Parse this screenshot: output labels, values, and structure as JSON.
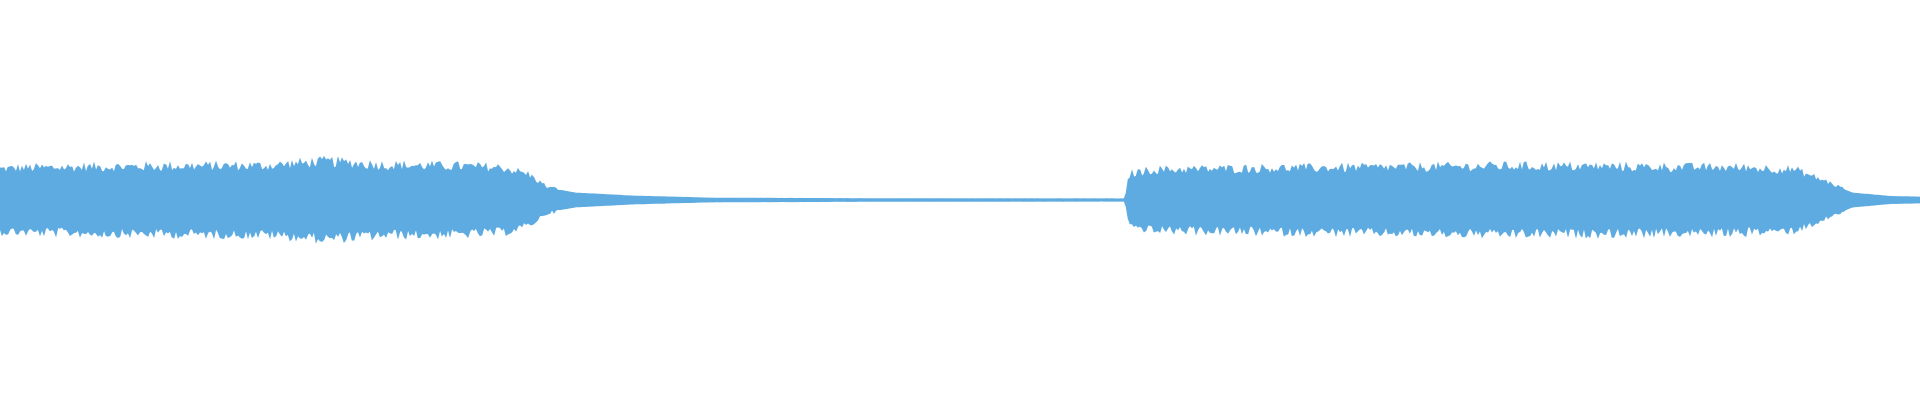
{
  "waveform": {
    "color": "#5dabe1",
    "background": "#ffffff",
    "envelope": [
      {
        "t": 0.0,
        "amp": 0.145
      },
      {
        "t": 0.02,
        "amp": 0.15
      },
      {
        "t": 0.06,
        "amp": 0.155
      },
      {
        "t": 0.1,
        "amp": 0.158
      },
      {
        "t": 0.14,
        "amp": 0.16
      },
      {
        "t": 0.17,
        "amp": 0.18
      },
      {
        "t": 0.2,
        "amp": 0.162
      },
      {
        "t": 0.24,
        "amp": 0.158
      },
      {
        "t": 0.262,
        "amp": 0.15
      },
      {
        "t": 0.275,
        "amp": 0.12
      },
      {
        "t": 0.285,
        "amp": 0.06
      },
      {
        "t": 0.3,
        "amp": 0.035
      },
      {
        "t": 0.33,
        "amp": 0.02
      },
      {
        "t": 0.37,
        "amp": 0.01
      },
      {
        "t": 0.45,
        "amp": 0.007
      },
      {
        "t": 0.586,
        "amp": 0.006
      },
      {
        "t": 0.588,
        "amp": 0.12
      },
      {
        "t": 0.6,
        "amp": 0.14
      },
      {
        "t": 0.66,
        "amp": 0.148
      },
      {
        "t": 0.73,
        "amp": 0.152
      },
      {
        "t": 0.78,
        "amp": 0.158
      },
      {
        "t": 0.84,
        "amp": 0.155
      },
      {
        "t": 0.91,
        "amp": 0.15
      },
      {
        "t": 0.935,
        "amp": 0.14
      },
      {
        "t": 0.95,
        "amp": 0.09
      },
      {
        "t": 0.965,
        "amp": 0.035
      },
      {
        "t": 0.985,
        "amp": 0.018
      },
      {
        "t": 1.0,
        "amp": 0.015
      }
    ]
  }
}
